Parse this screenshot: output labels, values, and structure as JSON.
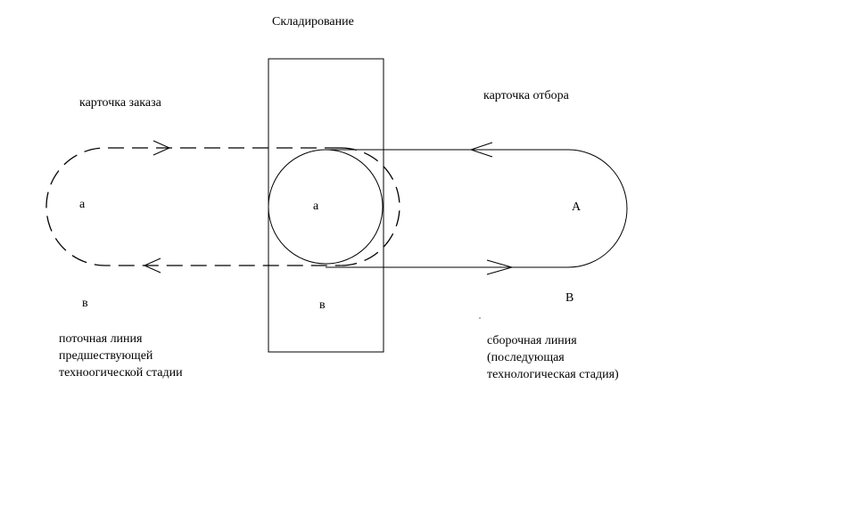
{
  "title": "Складирование",
  "left": {
    "card_label": "карточка заказа",
    "point_a": "а",
    "point_b": "в",
    "line_label_1": "поточная линия",
    "line_label_2": "предшествующей",
    "line_label_3": "техноогической стадии"
  },
  "center": {
    "point_a": "а",
    "point_b": "в"
  },
  "right": {
    "card_label": "карточка отбора",
    "point_a": "А",
    "point_b": "В",
    "line_label_1": "сборочная линия",
    "line_label_2": "(последующая",
    "line_label_3": "технологическая стадия)"
  }
}
